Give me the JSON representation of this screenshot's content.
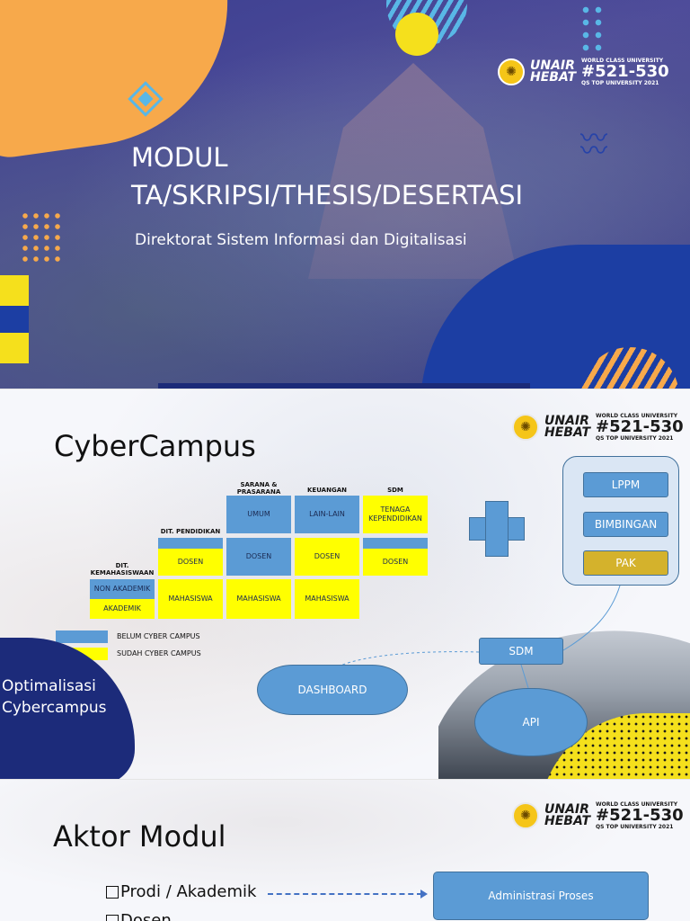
{
  "logo": {
    "brand_line1": "UNAIR",
    "brand_line2": "HEBAT",
    "ranking_caption": "WORLD CLASS UNIVERSITY",
    "ranking": "#521-530",
    "ranking_sub": "QS TOP UNIVERSITY 2021"
  },
  "slide1": {
    "title_line1": "MODUL",
    "title_line2": "TA/SKRIPSI/THESIS/DESERTASI",
    "subtitle": "Direktorat Sistem Informasi dan Digitalisasi"
  },
  "slide2": {
    "heading": "CyberCampus",
    "headers": {
      "sarana": "SARANA & PRASARANA",
      "keuangan": "KEUANGAN",
      "sdm": "SDM",
      "pendidikan": "DIT. PENDIDIKAN",
      "kemahasiswaan": "DIT. KEMAHASISWAAN"
    },
    "cells": {
      "umum": "UMUM",
      "lain_lain": "LAIN-LAIN",
      "tenaga": "TENAGA KEPENDIDIKAN",
      "dosen_pend": "DOSEN",
      "dosen_sarana": "DOSEN",
      "dosen_keu": "DOSEN",
      "dosen_sdm": "DOSEN",
      "non_akademik": "NON AKADEMIK",
      "akademik": "AKADEMIK",
      "mhs_pend": "MAHASISWA",
      "mhs_sarana": "MAHASISWA",
      "mhs_keu": "MAHASISWA"
    },
    "legend": {
      "belum": "BELUM CYBER CAMPUS",
      "sudah": "SUDAH CYBER CAMPUS"
    },
    "panel_items": [
      "LPPM",
      "BIMBINGAN",
      "PAK"
    ],
    "sdm_box": "SDM",
    "dashboard": "DASHBOARD",
    "api": "API",
    "optimalisasi_line1": "Optimalisasi",
    "optimalisasi_line2": "Cybercampus",
    "colors": {
      "blue": "#5b9bd5",
      "yellow": "#ffff00",
      "gold": "#d4b22c",
      "navy": "#1c2b7a"
    }
  },
  "slide3": {
    "heading": "Aktor Modul",
    "items": [
      "Prodi / Akademik",
      "Dosen"
    ],
    "target_box": "Administrasi Proses"
  }
}
